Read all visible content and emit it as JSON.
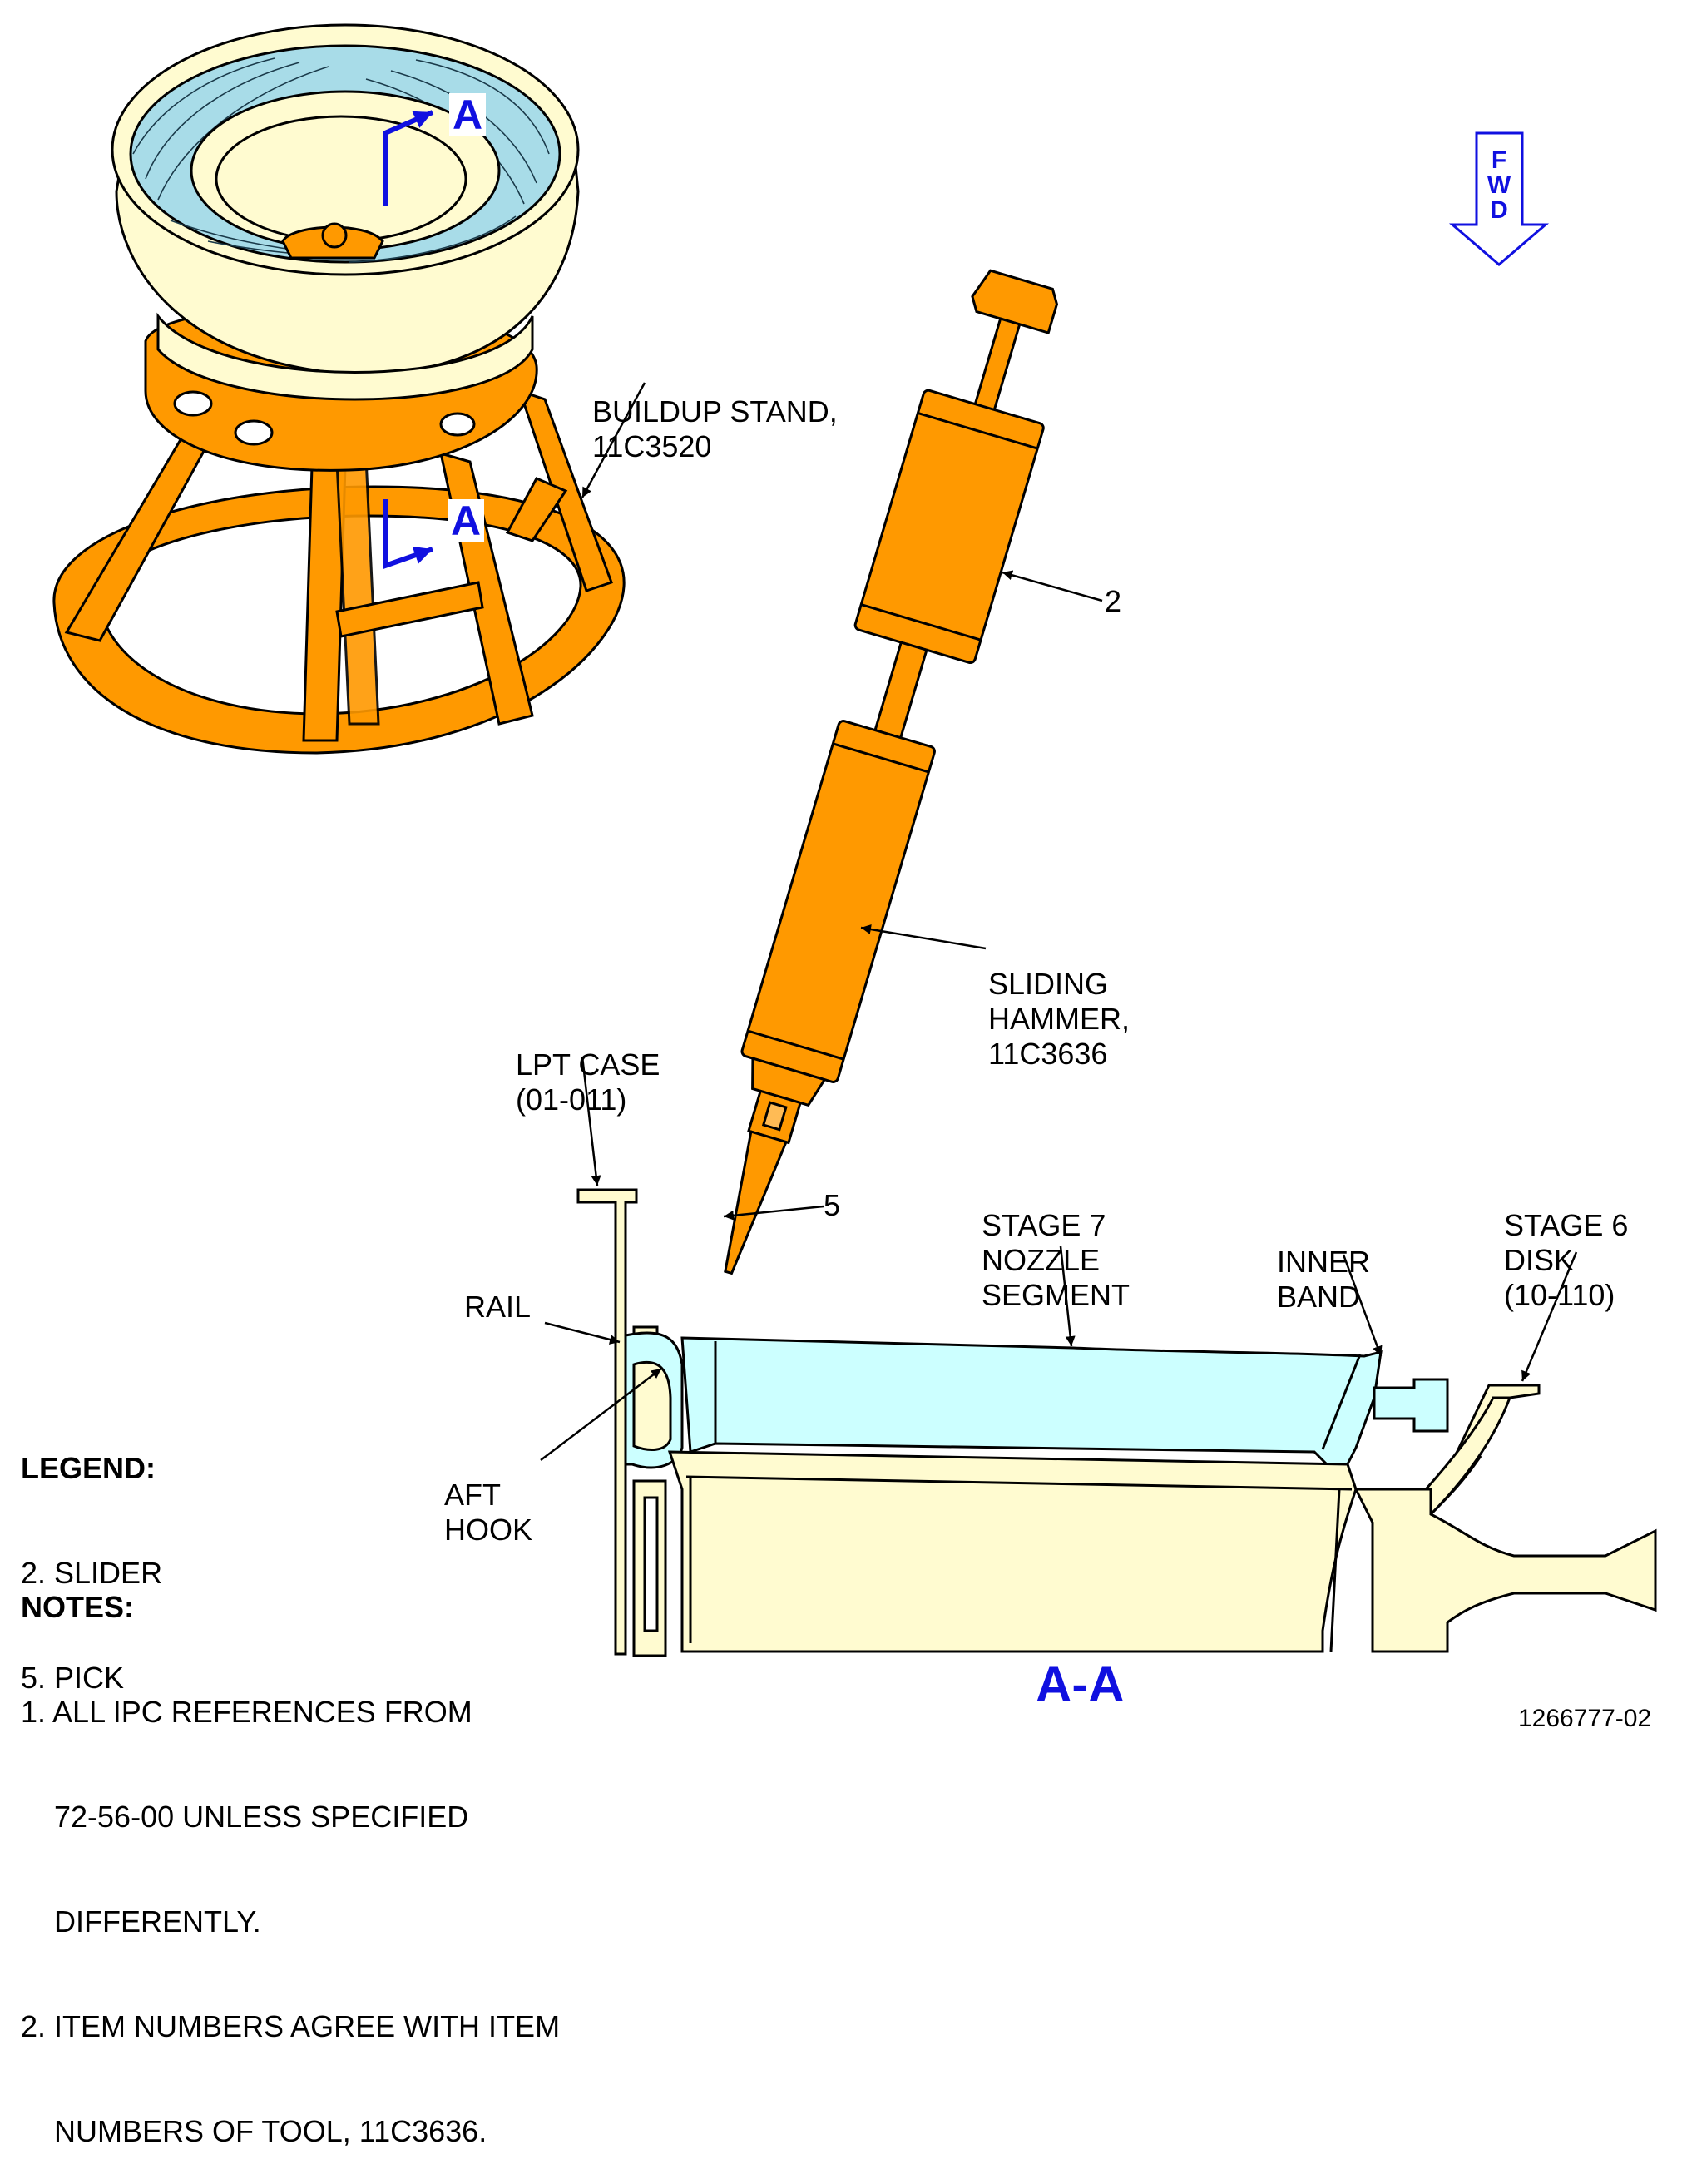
{
  "labels": {
    "buildup_stand": [
      "BUILDUP STAND,",
      "11C3520"
    ],
    "slider_callout": "2",
    "sliding_hammer": [
      "SLIDING",
      "HAMMER,",
      "11C3636"
    ],
    "lpt_case": [
      "LPT CASE",
      "(01-011)"
    ],
    "pick_callout": "5",
    "stage7_nozzle": [
      "STAGE 7",
      "NOZZLE",
      "SEGMENT"
    ],
    "inner_band": [
      "INNER",
      "BAND"
    ],
    "stage6_disk": [
      "STAGE 6",
      "DISK",
      "(10-110)"
    ],
    "rail": "RAIL",
    "aft_hook": [
      "AFT",
      "HOOK"
    ]
  },
  "section_marker": "A",
  "section_view_title": "A-A",
  "fwd_arrow": [
    "F",
    "W",
    "D"
  ],
  "legend": {
    "title": "LEGEND:",
    "items": [
      "2. SLIDER",
      "5. PICK"
    ]
  },
  "notes": {
    "title": "NOTES:",
    "items": [
      [
        "1. ALL IPC REFERENCES FROM",
        "    72-56-00 UNLESS SPECIFIED",
        "    DIFFERENTLY."
      ],
      [
        "2. ITEM NUMBERS AGREE WITH ITEM",
        "    NUMBERS OF TOOL, 11C3636."
      ]
    ]
  },
  "figure_id": "1266777-02",
  "colors": {
    "tool_orange": "#ff9900",
    "engine_yellow": "#fffbd0",
    "nozzle_cyan": "#ccffff",
    "blade_blue": "#a8dce8",
    "marker_blue": "#1010e0"
  }
}
